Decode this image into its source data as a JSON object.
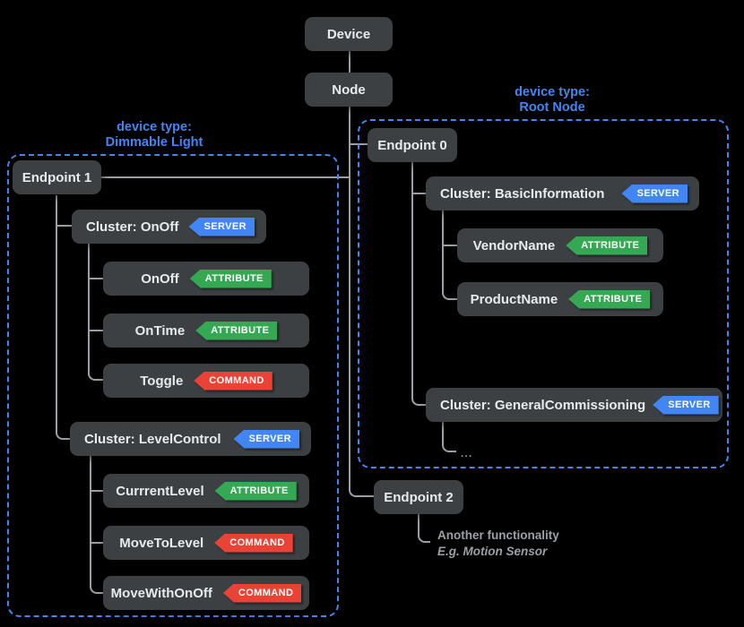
{
  "colors": {
    "background": "#000000",
    "box_bg": "#3c4043",
    "box_text": "#e8eaed",
    "accent_blue": "#4285f4",
    "badge_server": "#4285f4",
    "badge_attribute": "#34a853",
    "badge_command": "#ea4335",
    "connector": "#9aa0a6",
    "note_text": "#9aa0a6"
  },
  "tree": {
    "device": "Device",
    "node": "Node"
  },
  "left_group": {
    "device_type_label": "device type:",
    "device_type_name": "Dimmable Light",
    "endpoint": "Endpoint 1",
    "clusters": [
      {
        "title": "Cluster: OnOff",
        "badge": "SERVER",
        "children": [
          {
            "label": "OnOff",
            "badge": "ATTRIBUTE"
          },
          {
            "label": "OnTime",
            "badge": "ATTRIBUTE"
          },
          {
            "label": "Toggle",
            "badge": "COMMAND"
          }
        ]
      },
      {
        "title": "Cluster: LevelControl",
        "badge": "SERVER",
        "children": [
          {
            "label": "CurrrentLevel",
            "badge": "ATTRIBUTE"
          },
          {
            "label": "MoveToLevel",
            "badge": "COMMAND"
          },
          {
            "label": "MoveWithOnOff",
            "badge": "COMMAND"
          }
        ]
      }
    ]
  },
  "right_group": {
    "device_type_label": "device type:",
    "device_type_name": "Root Node",
    "endpoint": "Endpoint 0",
    "clusters": [
      {
        "title": "Cluster: BasicInformation",
        "badge": "SERVER",
        "children": [
          {
            "label": "VendorName",
            "badge": "ATTRIBUTE"
          },
          {
            "label": "ProductName",
            "badge": "ATTRIBUTE"
          }
        ]
      },
      {
        "title": "Cluster: GeneralCommissioning",
        "badge": "SERVER",
        "ellipsis": "..."
      }
    ]
  },
  "endpoint2": {
    "label": "Endpoint 2",
    "note_line1": "Another functionality",
    "note_line2": "E.g. Motion Sensor"
  }
}
